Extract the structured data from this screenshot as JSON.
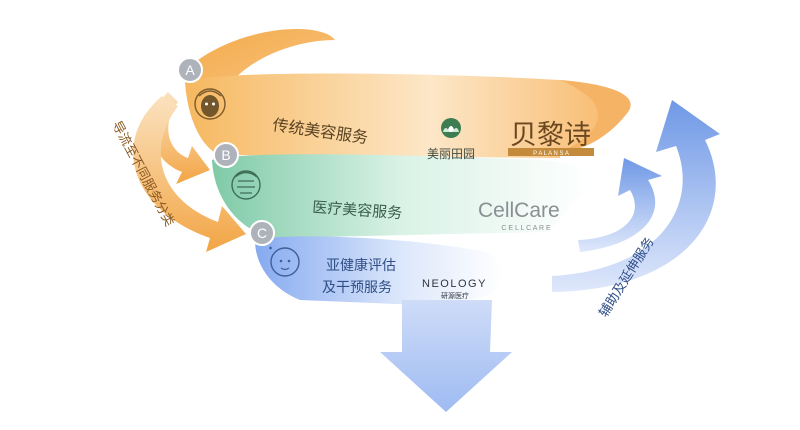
{
  "tiers": [
    {
      "badge": "A",
      "label": "传统美容服务",
      "icon": "face-mask-icon",
      "brands": [
        {
          "name": "美丽田园",
          "sub": "",
          "icon": "lotus-leaf-icon"
        },
        {
          "name": "贝黎诗",
          "sub": "P A L A N S A"
        }
      ]
    },
    {
      "badge": "B",
      "label": "医疗美容服务",
      "icon": "face-lines-icon",
      "brands": [
        {
          "name": "CellCare",
          "sub": "C E L L C A R E"
        }
      ]
    },
    {
      "badge": "C",
      "label_line1": "亚健康评估",
      "label_line2": "及干预服务",
      "icon": "face-sparkle-icon",
      "brands": [
        {
          "name": "NEOLOGY",
          "sub": "研源医疗"
        }
      ]
    }
  ],
  "left_flow_label": "导流至不同服务分类",
  "right_flow_label": "辅助及延伸服务",
  "colors": {
    "orange": "#f3b15a",
    "orange_light": "#fcd9a6",
    "green": "#8fd1b4",
    "green_light": "#cfeedd",
    "blue": "#7fa6ea",
    "blue_light": "#d7e4fb",
    "badge": "#a9adb7",
    "text": "#5a4a32"
  }
}
